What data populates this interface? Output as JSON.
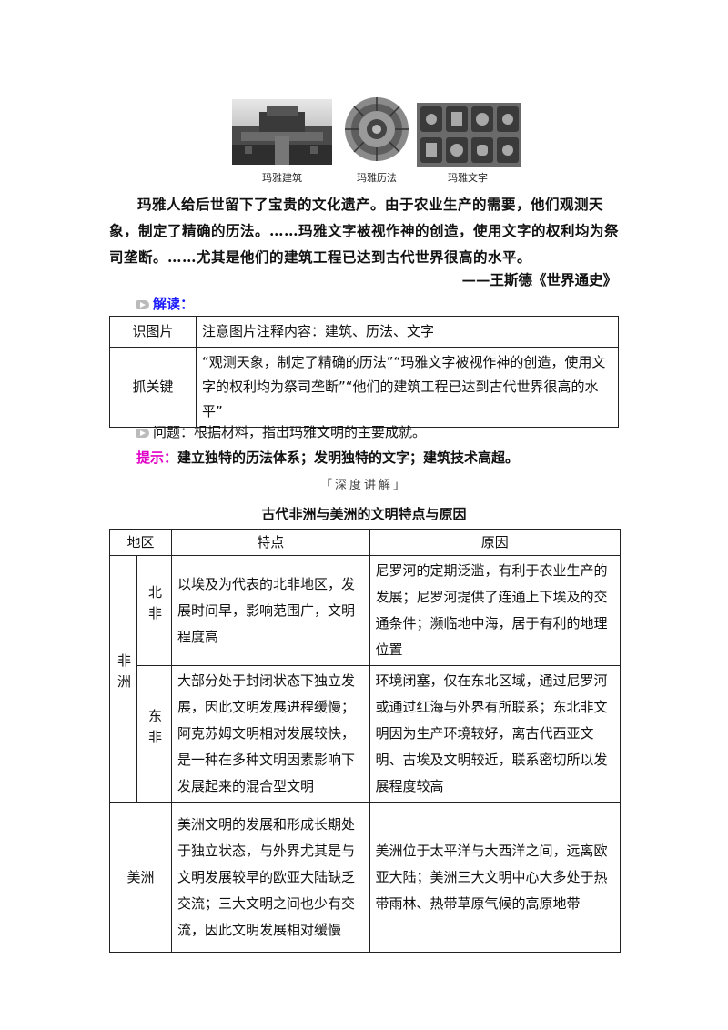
{
  "images": [
    {
      "caption": "玛雅建筑"
    },
    {
      "caption": "玛雅历法"
    },
    {
      "caption": "玛雅文字"
    }
  ],
  "material": {
    "text": "玛雅人给后世留下了宝贵的文化遗产。由于农业生产的需要，他们观测天象，制定了精确的历法。……玛雅文字被视作神的创造，使用文字的权利均为祭司垄断。……尤其是他们的建筑工程已达到古代世界很高的水平。",
    "source": "——王斯德《世界通史》"
  },
  "interpretation": {
    "label": "解读：",
    "rows": [
      {
        "key": "识图片",
        "value": "注意图片注释内容：建筑、历法、文字"
      },
      {
        "key": "抓关键",
        "value": "“观测天象，制定了精确的历法”“玛雅文字被视作神的创造，使用文字的权利均为祭司垄断”“他们的建筑工程已达到古代世界很高的水平”"
      }
    ]
  },
  "question": {
    "label": "问题：",
    "text": "根据材料，指出玛雅文明的主要成就。"
  },
  "hint": {
    "label": "提示：",
    "text": "建立独特的历法体系；发明独特的文字；建筑技术高超。"
  },
  "section_header": "「深度讲解」",
  "table_title": "古代非洲与美洲的文明特点与原因",
  "table": {
    "headers": [
      "地区",
      "特点",
      "原因"
    ],
    "africa_label": "非洲",
    "north_label": "北非",
    "north_feature": "以埃及为代表的北非地区，发展时间早，影响范围广，文明程度高",
    "north_reason": "尼罗河的定期泛滥，有利于农业生产的发展；尼罗河提供了连通上下埃及的交通条件；濒临地中海，居于有利的地理位置",
    "east_label": "东非",
    "east_feature": "大部分处于封闭状态下独立发展，因此文明发展进程缓慢；阿克苏姆文明相对发展较快，是一种在多种文明因素影响下发展起来的混合型文明",
    "east_reason": "环境闭塞，仅在东北区域，通过尼罗河或通过红海与外界有所联系；东北非文明因为生产环境较好，离古代西亚文明、古埃及文明较近，联系密切所以发展程度较高",
    "america_label": "美洲",
    "america_feature": "美洲文明的发展和形成长期处于独立状态，与外界尤其是与文明发展较早的欧亚大陆缺乏交流；三大文明之间也少有交流，因此文明发展相对缓慢",
    "america_reason": "美洲位于太平洋与大西洋之间，远离欧亚大陆；美洲三大文明中心大多处于热带雨林、热带草原气候的高原地带"
  },
  "colors": {
    "label_blue": "#1a1aff",
    "label_magenta": "#e000c8"
  }
}
